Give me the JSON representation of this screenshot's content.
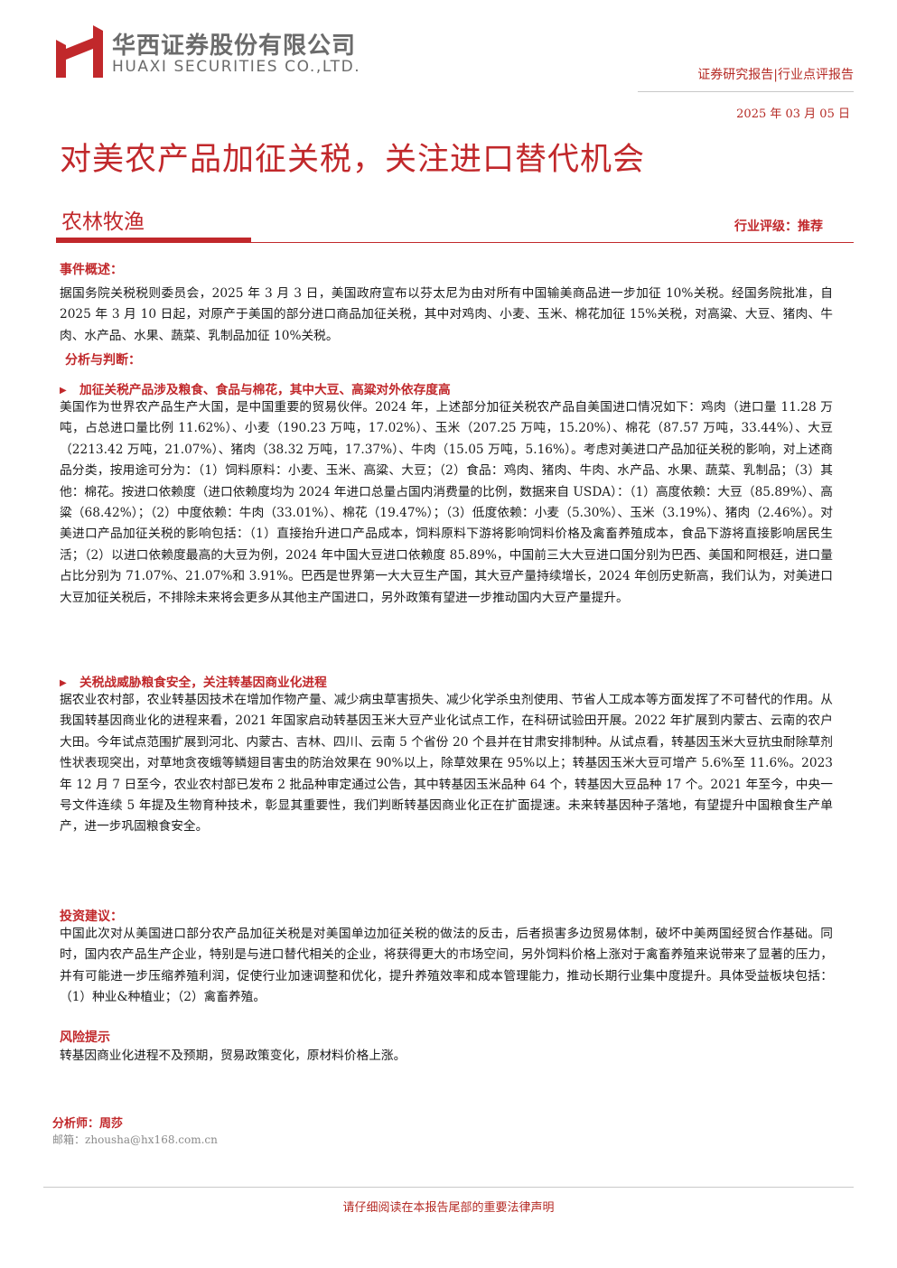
{
  "header": {
    "company_cn": "华西证券股份有限公司",
    "company_en": "HUAXI SECURITIES CO.,LTD.",
    "doc_type": "证券研究报告|行业点评报告",
    "date": "2025 年 03 月 05 日",
    "brand_color": "#c1282b"
  },
  "title": "对美农产品加征关税，关注进口替代机会",
  "sector": "农林牧渔",
  "rating": "行业评级：推荐",
  "sections": {
    "event": {
      "heading": "事件概述：",
      "paragraph": "据国务院关税税则委员会，2025 年 3 月 3 日，美国政府宣布以芬太尼为由对所有中国输美商品进一步加征 10%关税。经国务院批准，自 2025 年 3 月 10 日起，对原产于美国的部分进口商品加征关税，其中对鸡肉、小麦、玉米、棉花加征 15%关税，对高粱、大豆、猪肉、牛肉、水产品、水果、蔬菜、乳制品加征 10%关税。"
    },
    "analysis": {
      "heading": "分析与判断：",
      "bullet_1": "加征关税产品涉及粮食、食品与棉花，其中大豆、高粱对外依存度高",
      "paragraph_1": "美国作为世界农产品生产大国，是中国重要的贸易伙伴。2024 年，上述部分加征关税农产品自美国进口情况如下：鸡肉（进口量 11.28 万吨，占总进口量比例 11.62%）、小麦（190.23 万吨，17.02%）、玉米（207.25 万吨，15.20%）、棉花（87.57 万吨，33.44%）、大豆（2213.42 万吨，21.07%）、猪肉（38.32 万吨，17.37%）、牛肉（15.05 万吨，5.16%）。考虑对美进口产品加征关税的影响，对上述商品分类，按用途可分为：（1）饲料原料：小麦、玉米、高粱、大豆；（2）食品：鸡肉、猪肉、牛肉、水产品、水果、蔬菜、乳制品；（3）其他：棉花。按进口依赖度（进口依赖度均为 2024 年进口总量占国内消费量的比例，数据来自 USDA）：（1）高度依赖：大豆（85.89%）、高粱（68.42%）；（2）中度依赖：牛肉（33.01%）、棉花（19.47%）；（3）低度依赖：小麦（5.30%）、玉米（3.19%）、猪肉（2.46%）。对美进口产品加征关税的影响包括：（1）直接抬升进口产品成本，饲料原料下游将影响饲料价格及禽畜养殖成本，食品下游将直接影响居民生活；（2）以进口依赖度最高的大豆为例，2024 年中国大豆进口依赖度 85.89%，中国前三大大豆进口国分别为巴西、美国和阿根廷，进口量占比分别为 71.07%、21.07%和 3.91%。巴西是世界第一大大豆生产国，其大豆产量持续增长，2024 年创历史新高，我们认为，对美进口大豆加征关税后，不排除未来将会更多从其他主产国进口，另外政策有望进一步推动国内大豆产量提升。",
      "bullet_2": "关税战威胁粮食安全，关注转基因商业化进程",
      "paragraph_2": "据农业农村部，农业转基因技术在增加作物产量、减少病虫草害损失、减少化学杀虫剂使用、节省人工成本等方面发挥了不可替代的作用。从我国转基因商业化的进程来看，2021 年国家启动转基因玉米大豆产业化试点工作，在科研试验田开展。2022 年扩展到内蒙古、云南的农户大田。今年试点范围扩展到河北、内蒙古、吉林、四川、云南 5 个省份 20 个县并在甘肃安排制种。从试点看，转基因玉米大豆抗虫耐除草剂性状表现突出，对草地贪夜蛾等鳞翅目害虫的防治效果在 90%以上，除草效果在 95%以上；转基因玉米大豆可增产 5.6%至 11.6%。2023 年 12 月 7 日至今，农业农村部已发布 2 批品种审定通过公告，其中转基因玉米品种 64 个，转基因大豆品种 17 个。2021 年至今，中央一号文件连续 5 年提及生物育种技术，彰显其重要性，我们判断转基因商业化正在扩面提速。未来转基因种子落地，有望提升中国粮食生产单产，进一步巩固粮食安全。"
    },
    "investment": {
      "heading": "投资建议：",
      "paragraph": "中国此次对从美国进口部分农产品加征关税是对美国单边加征关税的做法的反击，后者损害多边贸易体制，破坏中美两国经贸合作基础。同时，国内农产品生产企业，特别是与进口替代相关的企业，将获得更大的市场空间，另外饲料价格上涨对于禽畜养殖来说带来了显著的压力，并有可能进一步压缩养殖利润，促使行业加速调整和优化，提升养殖效率和成本管理能力，推动长期行业集中度提升。具体受益板块包括：（1）种业&种植业；（2）禽畜养殖。"
    },
    "risk": {
      "heading": "风险提示",
      "paragraph": "转基因商业化进程不及预期，贸易政策变化，原材料价格上涨。"
    }
  },
  "analyst": {
    "label": "分析师：周莎",
    "email_label": "邮箱：",
    "email": "zhousha@hx168.com.cn"
  },
  "footer": "请仔细阅读在本报告尾部的重要法律声明",
  "icons": {
    "logo": "huaxi-logo-icon",
    "bullet": "triangle-right-icon"
  }
}
